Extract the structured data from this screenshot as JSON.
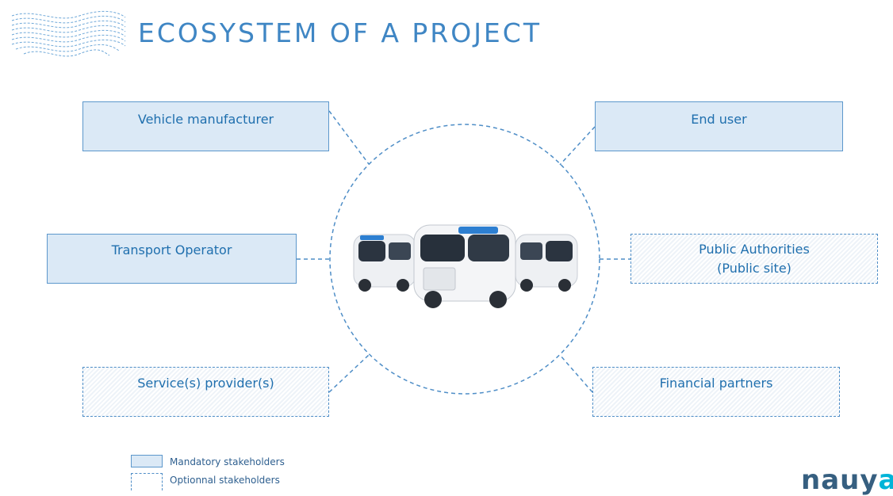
{
  "header": {
    "title": "ECOSYSTEM OF A PROJECT"
  },
  "stakeholders": {
    "vehicle_manufacturer": "Vehicle manufacturer",
    "end_user": "End user",
    "transport_operator": "Transport Operator",
    "public_authorities": "Public Authorities",
    "public_authorities_note": "(Public site)",
    "service_providers": "Service(s) provider(s)",
    "financial_partners": "Financial partners"
  },
  "legend": {
    "mandatory": "Mandatory stakeholders",
    "optional": "Optionnal stakeholders"
  },
  "logo": {
    "text_main": "nauy",
    "text_accent": "a"
  },
  "colors": {
    "accent": "#3f86c4",
    "box_fill": "#dbe9f6",
    "line": "#4f8ec7"
  }
}
